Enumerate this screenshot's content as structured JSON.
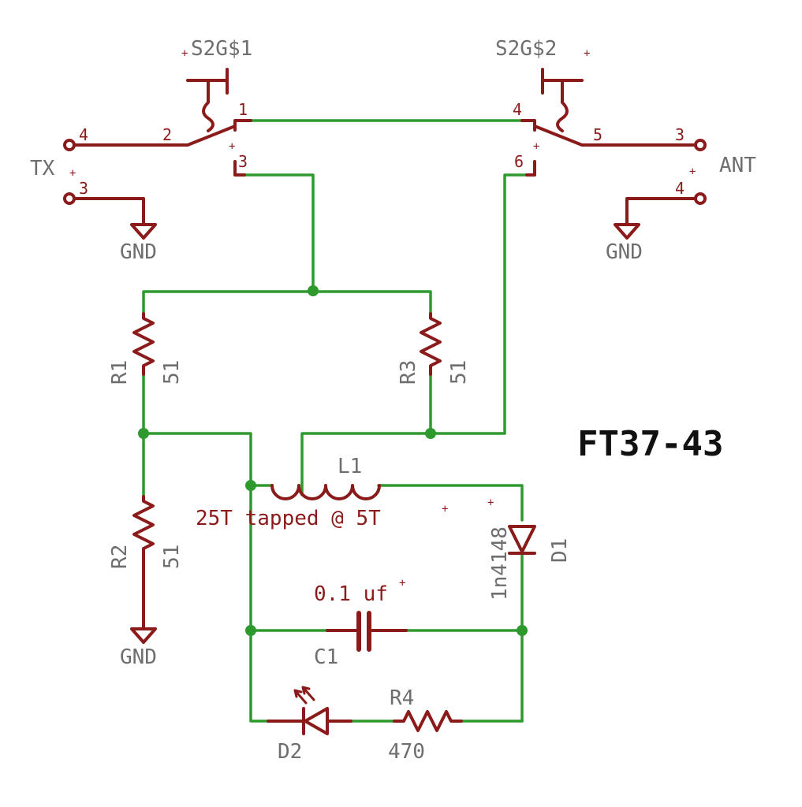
{
  "title": "FT37-43",
  "switches": {
    "s1": {
      "name": "S2G$1",
      "pins": [
        "1",
        "2",
        "3"
      ]
    },
    "s2": {
      "name": "S2G$2",
      "pins": [
        "4",
        "5",
        "6"
      ]
    }
  },
  "connectors": {
    "tx": {
      "label": "TX",
      "pins": [
        "4",
        "3"
      ]
    },
    "ant": {
      "label": "ANT",
      "pins": [
        "3",
        "4"
      ]
    }
  },
  "gnd": [
    "GND",
    "GND",
    "GND"
  ],
  "resistors": [
    {
      "ref": "R1",
      "value": "51"
    },
    {
      "ref": "R2",
      "value": "51"
    },
    {
      "ref": "R3",
      "value": "51"
    },
    {
      "ref": "R4",
      "value": "470"
    }
  ],
  "inductor": {
    "ref": "L1",
    "value": "25T tapped @ 5T"
  },
  "capacitor": {
    "ref": "C1",
    "value": "0.1 uf"
  },
  "diodes": [
    {
      "ref": "D1",
      "value": "1n4148"
    },
    {
      "ref": "D2"
    }
  ],
  "colors": {
    "wire": "#2e9a2e",
    "part": "#8b1a1a",
    "label": "#6e6e6e",
    "title": "#111111"
  }
}
